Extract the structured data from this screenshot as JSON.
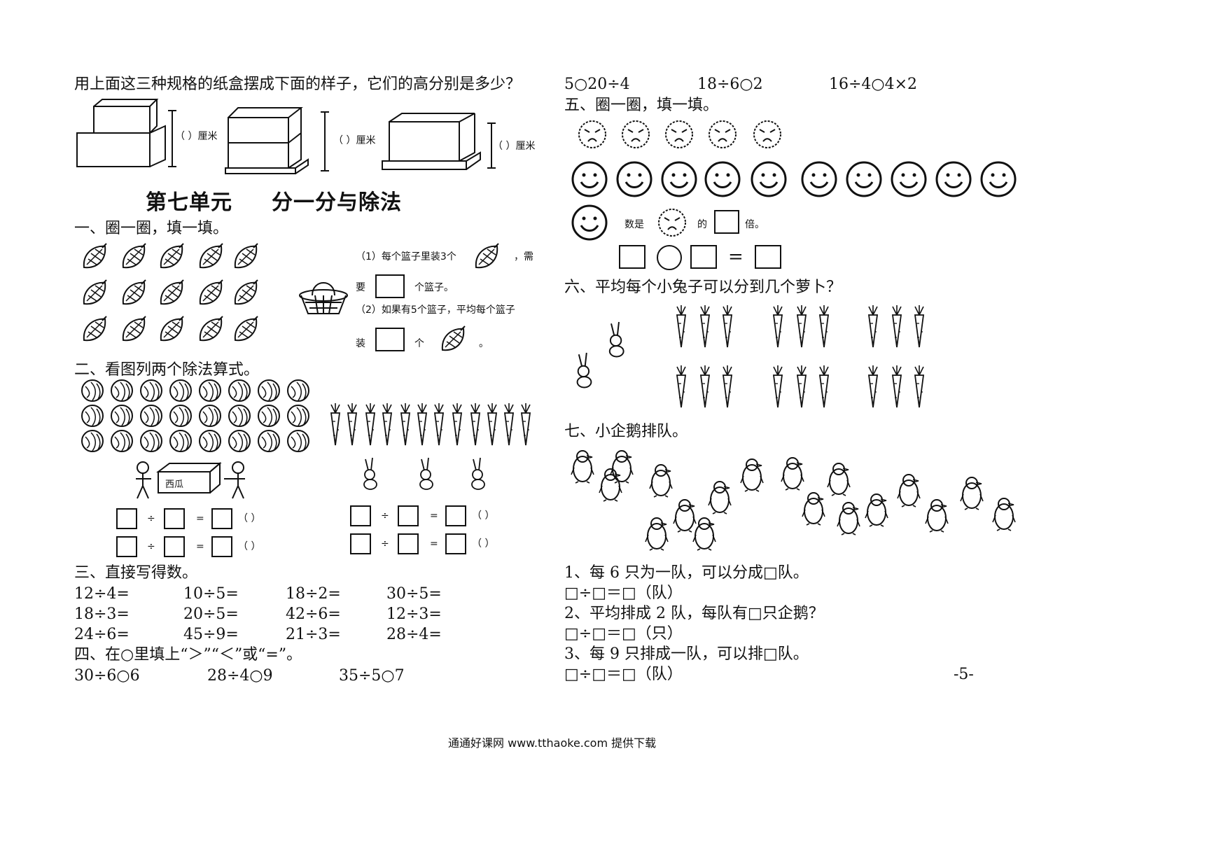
{
  "left": {
    "intro_question": "用上面这三种规格的纸盒摆成下面的样子，它们的高分别是多少？",
    "height_label": "（  ）厘米",
    "unit_title": "第七单元",
    "unit_subtitle": "分一分与除法",
    "sec1_title": "一、圈一圈，填一填。",
    "sec1_q1a": "（1）每个篮子里装3个",
    "sec1_q1b": "，需",
    "sec1_q1c": "要",
    "sec1_q1d": "个篮子。",
    "sec1_q2a": "（2）如果有5个篮子，平均每个篮子",
    "sec1_q2b": "装",
    "sec1_q2c": "个",
    "sec1_q2d": "。",
    "sec2_title": "二、看图列两个除法算式。",
    "box_label": "西瓜",
    "div_sign": "÷",
    "eq_sign": "=",
    "paren": "（    ）",
    "sec3_title": "三、直接写得数。",
    "sec3_items": [
      [
        "12÷4=",
        "10÷5=",
        "18÷2=",
        "30÷5="
      ],
      [
        "18÷3=",
        "20÷5=",
        "42÷6=",
        "12÷3="
      ],
      [
        "24÷6=",
        "45÷9=",
        "21÷3=",
        "28÷4="
      ]
    ],
    "sec4_title": "四、在○里填上“＞”“＜”或“=”。",
    "sec4_row1": [
      "30÷6○6",
      "28÷4○9",
      "35÷5○7"
    ]
  },
  "right": {
    "sec4_row2": [
      "5○20÷4",
      "18÷6○2",
      "16÷4○4×2"
    ],
    "sec5_title": "五、圈一圈，填一填。",
    "sec5_text_a": "数是",
    "sec5_text_b": "的",
    "sec5_text_c": "倍。",
    "sec6_title": "六、平均每个小兔子可以分到几个萝卜？",
    "sec7_title": "七、小企鹅排队。",
    "sec7_lines": [
      "1、每 6 只为一队，可以分成□队。",
      "□÷□＝□（队）",
      "2、平均排成 2 队，每队有□只企鹅？",
      "□÷□＝□（只）",
      "3、每 9 只排成一队，可以排□队。",
      "□÷□＝□（队）"
    ],
    "page_number": "-5-"
  },
  "footer": "通通好课网  www.tthaoke.com  提供下载"
}
